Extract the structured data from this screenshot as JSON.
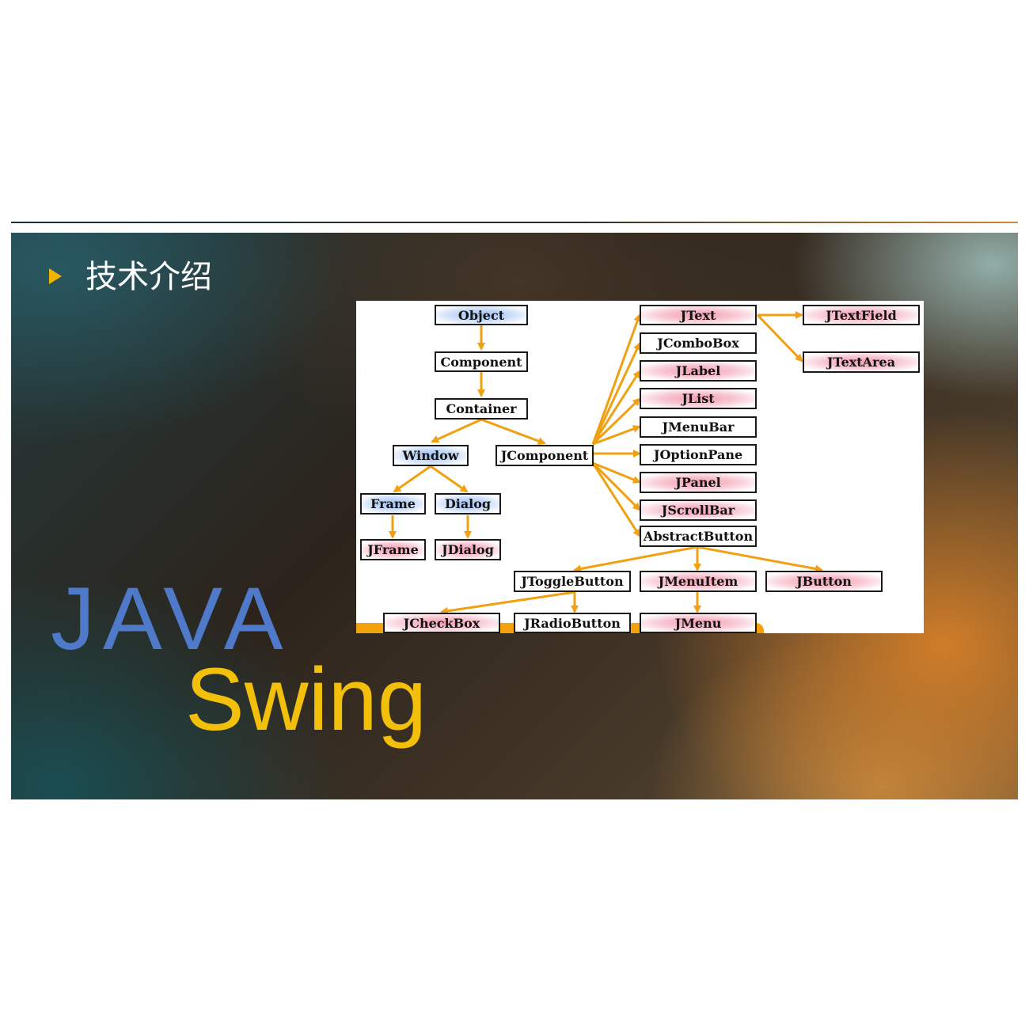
{
  "slide": {
    "heading": "技术介绍",
    "title_line1": "JAVA",
    "title_line2": "Swing"
  },
  "colors": {
    "bullet": "#f0b400",
    "java": "#4f79c9",
    "swing": "#f2c00a",
    "arrow": "#f0a010",
    "node_blue": "#9ec0f4",
    "node_pink": "#f49cb0"
  },
  "diagram": {
    "nodes": {
      "object": "Object",
      "component": "Component",
      "container": "Container",
      "window": "Window",
      "jcomponent": "JComponent",
      "frame": "Frame",
      "dialog": "Dialog",
      "jframe": "JFrame",
      "jdialog": "JDialog",
      "jtext": "JText",
      "jcombobox": "JComboBox",
      "jlabel": "JLabel",
      "jlist": "JList",
      "jmenubar": "JMenuBar",
      "joptionpane": "JOptionPane",
      "jpanel": "JPanel",
      "jscrollbar": "JScrollBar",
      "abstractbutton": "AbstractButton",
      "jtextfield": "JTextField",
      "jtextarea": "JTextArea",
      "jtogglebutton": "JToggleButton",
      "jmenuitem": "JMenuItem",
      "jbutton": "JButton",
      "jcheckbox": "JCheckBox",
      "jradiobutton": "JRadioButton",
      "jmenu": "JMenu"
    }
  }
}
